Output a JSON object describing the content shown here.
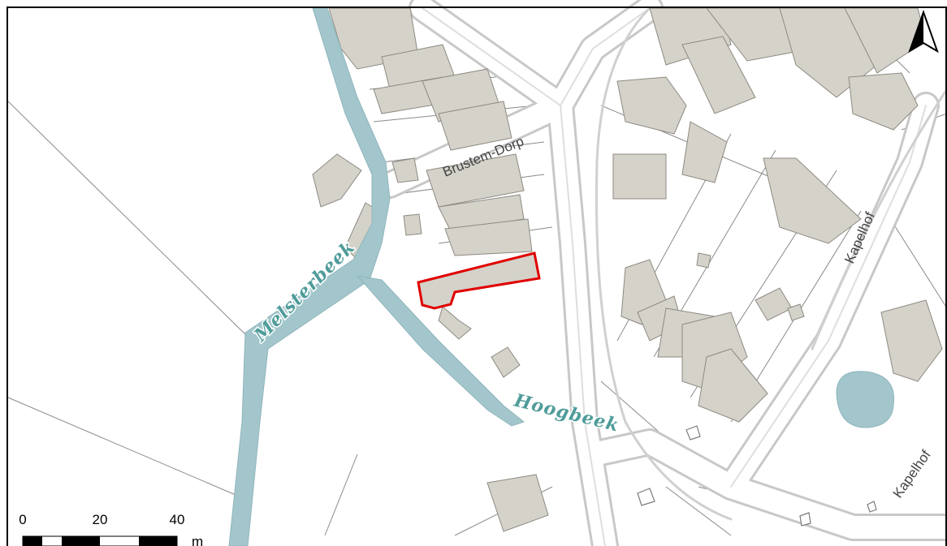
{
  "map": {
    "street_labels": [
      "Brustem-Dorp",
      "Kapelhof",
      "Kapelhof"
    ],
    "water_labels": [
      "Melsterbeek",
      "Hoogbeek"
    ],
    "scale_bar": {
      "ticks": [
        "0",
        "20",
        "40"
      ],
      "unit": "m"
    },
    "north_arrow": "north-arrow-icon",
    "colors": {
      "building": "#d4d2c9",
      "water": "#a3c6cc",
      "road_casing": "#cfcfcf",
      "parcel_line": "#7a7a7a",
      "highlight": "#e00000"
    }
  }
}
